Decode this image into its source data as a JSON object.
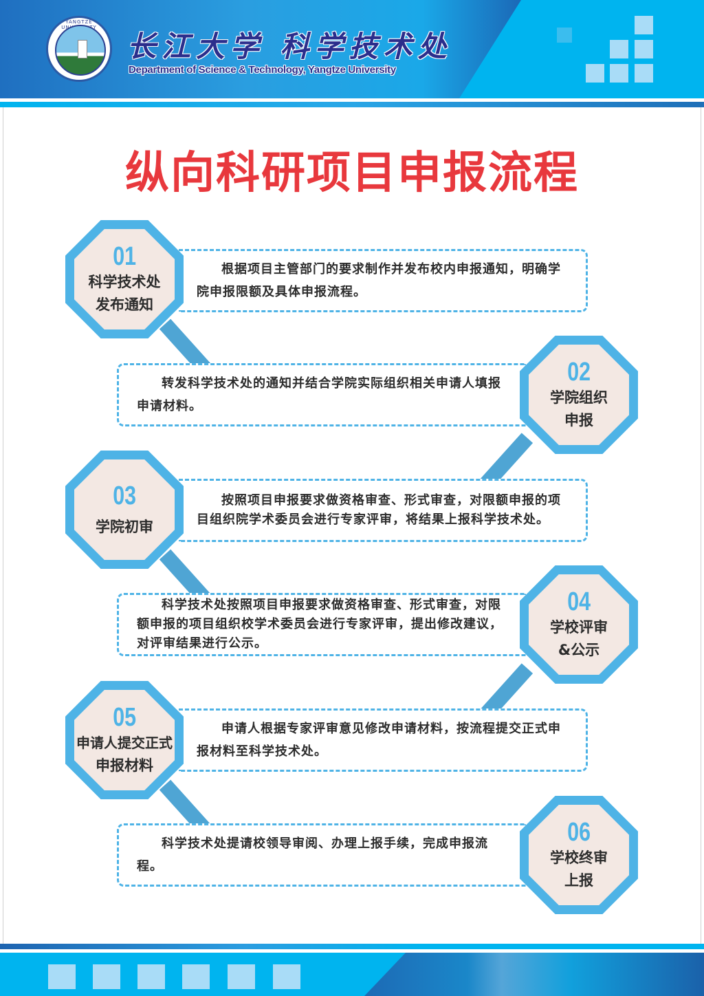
{
  "header": {
    "brand_cn": "长江大学 科学技术处",
    "brand_en": "Department of Science & Technology, Yangtze University",
    "logo_text": "YANGTZE UNIVERSITY",
    "colors": {
      "primary_blue": "#1f6fc0",
      "cyan": "#00b4ef",
      "brand_text": "#2b2e8c"
    }
  },
  "title": {
    "text": "纵向科研项目申报流程",
    "color": "#e8383d"
  },
  "steps": [
    {
      "num": "01",
      "label_line1": "科学技术处",
      "label_line2": "发布通知",
      "description": "根据项目主管部门的要求制作并发布校内申报通知，明确学院申报限额及具体申报流程。"
    },
    {
      "num": "02",
      "label_line1": "学院组织",
      "label_line2": "申报",
      "description": "转发科学技术处的通知并结合学院实际组织相关申请人填报申请材料。"
    },
    {
      "num": "03",
      "label_line1": "学院初审",
      "label_line2": "",
      "description": "按照项目申报要求做资格审查、形式审查，对限额申报的项目组织院学术委员会进行专家评审，将结果上报科学技术处。"
    },
    {
      "num": "04",
      "label_line1": "学校评审",
      "label_line2": "&公示",
      "description": "科学技术处按照项目申报要求做资格审查、形式审查，对限额申报的项目组织校学术委员会进行专家评审，提出修改建议，对评审结果进行公示。"
    },
    {
      "num": "05",
      "label_line1": "申请人提交正式",
      "label_line2": "申报材料",
      "description": "申请人根据专家评审意见修改申请材料，按流程提交正式申报材料至科学技术处。"
    },
    {
      "num": "06",
      "label_line1": "学校终审",
      "label_line2": "上报",
      "description": "科学技术处提请校领导审阅、办理上报手续，完成申报流程。"
    }
  ],
  "style": {
    "octagon_border": "#4eb3e6",
    "octagon_fill": "#f3e8e3",
    "connector": "#4fa5d4"
  }
}
